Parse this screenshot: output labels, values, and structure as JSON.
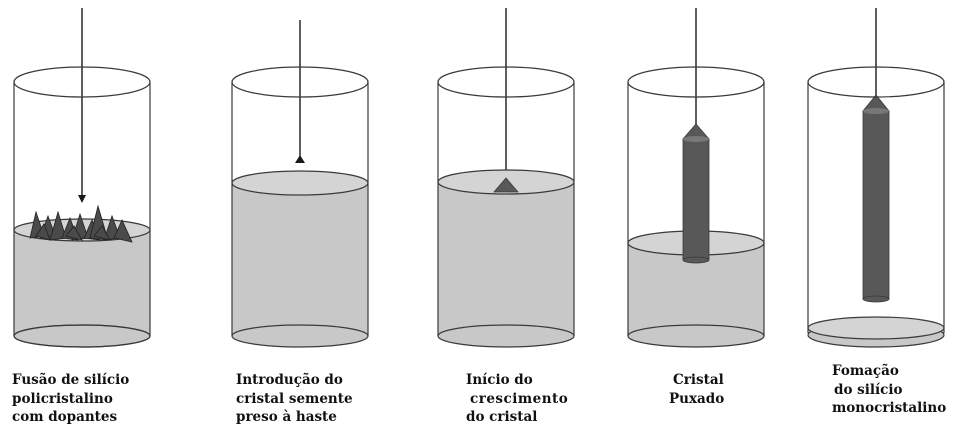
{
  "colors": {
    "melt": "#c8c8c8",
    "melt_surface": "#d4d4d4",
    "crystal": "#585858",
    "crystal_top": "#787878",
    "outline": "#3a3a3a",
    "rod": "#1a1a1a"
  },
  "stages": [
    {
      "name": "fusao",
      "lines": [
        "Fusão de silício",
        "policristalino",
        "com dopantes"
      ]
    },
    {
      "name": "introducao",
      "lines": [
        "Introdução do",
        "cristal semente",
        "preso à haste"
      ]
    },
    {
      "name": "inicio",
      "lines": [
        "Início do",
        "crescimento",
        "do cristal"
      ]
    },
    {
      "name": "puxado",
      "lines": [
        "Cristal",
        "Puxado"
      ]
    },
    {
      "name": "formacao",
      "lines": [
        "Fomação",
        "do silício",
        "monocristalino"
      ]
    }
  ]
}
